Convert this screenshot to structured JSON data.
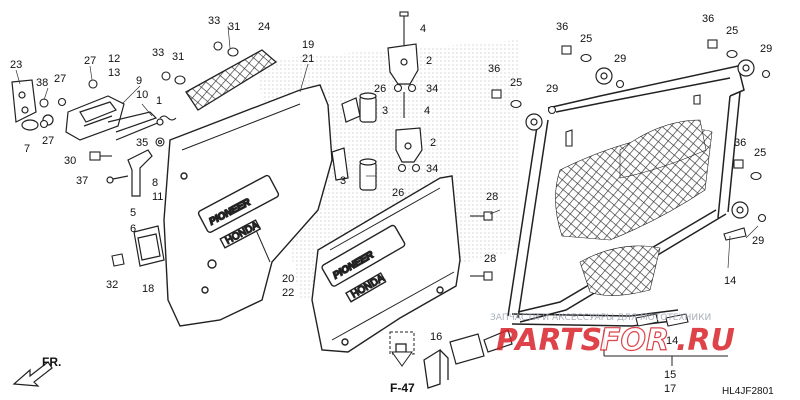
{
  "diagram": {
    "diagram_code": "HL4JF2801",
    "direction_label": "FR.",
    "reference_label": "F-47",
    "watermark": {
      "tagline": "ЗАПЧАСТИ И АКСЕССУАРЫ ДЛЯ МОТОТЕХНИКИ",
      "brand_part1": "PARTS",
      "brand_part2": "FOR",
      "brand_part3": ".RU"
    },
    "door_logo": "PIONEER",
    "door_badge": "HONDA",
    "callouts": {
      "c23": "23",
      "c38": "38",
      "c27a": "27",
      "c7": "7",
      "c27b": "27",
      "c27c": "27",
      "c12": "12",
      "c13": "13",
      "c9": "9",
      "c10": "10",
      "c1": "1",
      "c33a": "33",
      "c31a": "31",
      "c24": "24",
      "c33b": "33",
      "c31b": "31",
      "c30": "30",
      "c35": "35",
      "c37": "37",
      "c8": "8",
      "c11": "11",
      "c5": "5",
      "c6": "6",
      "c32": "32",
      "c18": "18",
      "c19": "19",
      "c21": "21",
      "c4a": "4",
      "c2a": "2",
      "c26a": "26",
      "c34a": "34",
      "c4b": "4",
      "c2b": "2",
      "c3a": "3",
      "c3b": "3",
      "c26b": "26",
      "c34b": "34",
      "c28a": "28",
      "c28b": "28",
      "c20": "20",
      "c22": "22",
      "c16": "16",
      "c36a": "36",
      "c25a": "25",
      "c29a": "29",
      "c36b": "36",
      "c25b": "25",
      "c29b": "29",
      "c36c": "36",
      "c25c": "25",
      "c29c": "29",
      "c36d": "36",
      "c25d": "25",
      "c29d": "29",
      "c14a": "14",
      "c14b": "14",
      "c15": "15",
      "c17": "17"
    }
  }
}
